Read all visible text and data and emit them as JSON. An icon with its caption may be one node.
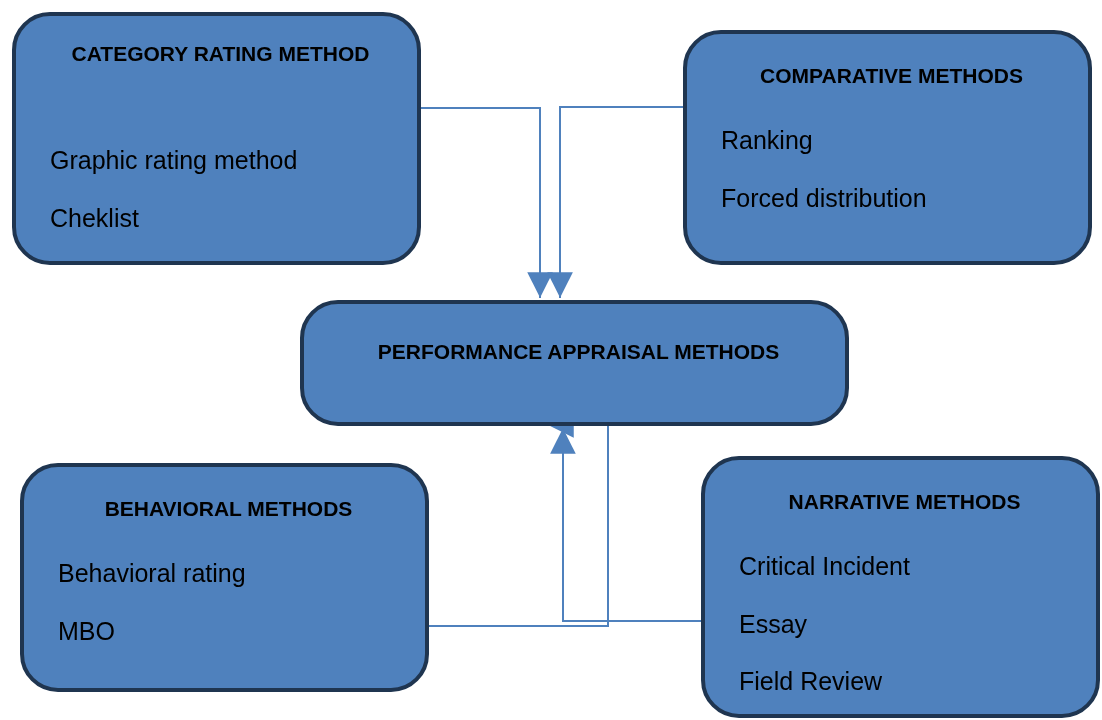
{
  "diagram": {
    "nodes": [
      {
        "text": [
          "CATEGORY RATING METHOD",
          "Graphic rating method",
          "Cheklist"
        ]
      },
      {
        "text": [
          "COMPARATIVE METHODS",
          "Ranking",
          "Forced distribution"
        ]
      },
      {
        "text": [
          "PERFORMANCE APPRAISAL METHODS"
        ]
      },
      {
        "text": [
          "BEHAVIORAL METHODS",
          "Behavioral rating",
          "MBO"
        ]
      },
      {
        "text": [
          "NARRATIVE METHODS",
          "Critical Incident",
          "Essay",
          "Field Review"
        ]
      }
    ],
    "edges": [
      {
        "from": 0,
        "to": 2,
        "arrow": "to"
      },
      {
        "from": 1,
        "to": 2,
        "arrow": "to"
      },
      {
        "from": 3,
        "to": 2,
        "arrow": "to"
      },
      {
        "from": 4,
        "to": 2,
        "arrow": "to"
      }
    ]
  }
}
